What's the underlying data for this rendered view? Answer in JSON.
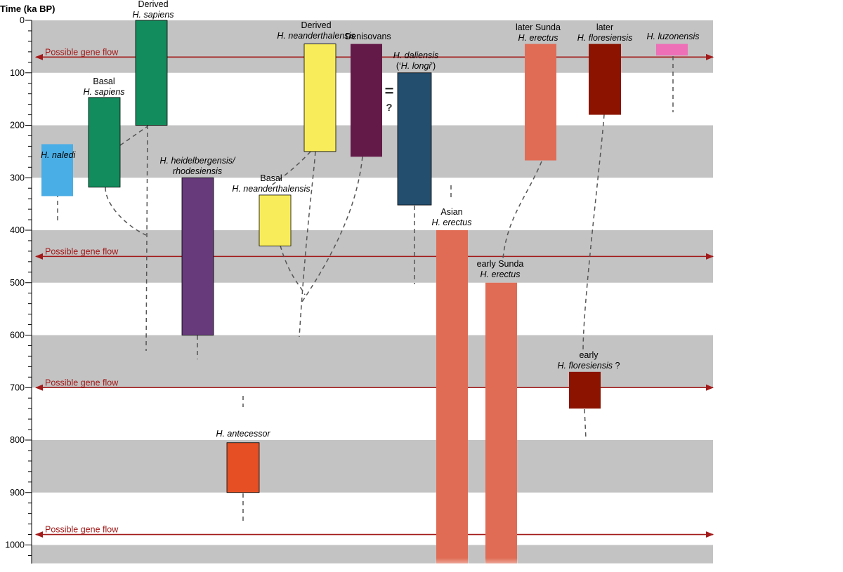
{
  "chart_data": {
    "type": "range-bar",
    "ylabel": "Time (ka BP)",
    "ylim": [
      0,
      1035
    ],
    "y_major_ticks": [
      0,
      100,
      200,
      300,
      400,
      500,
      600,
      700,
      800,
      900,
      1000
    ],
    "y_minor_step": 20,
    "y_inverted": true,
    "grid": false,
    "grey_bands": [
      [
        0,
        100
      ],
      [
        200,
        300
      ],
      [
        400,
        500
      ],
      [
        600,
        700
      ],
      [
        800,
        900
      ],
      [
        1000,
        1035
      ]
    ],
    "gene_flow_label": "Possible gene flow",
    "gene_flow_times": [
      70,
      450,
      700,
      980
    ],
    "uncertainty_mark": "=\n?",
    "colors": {
      "naledi": "#4aaee6",
      "sapiens": "#128c5c",
      "heidelbergensis": "#673a7c",
      "neanderthalensis": "#f8ec5a",
      "denisovans": "#641a48",
      "daliensis": "#234e6e",
      "erectus": "#e06c55",
      "floresiensis": "#8b1300",
      "luzonensis": "#ee70b7",
      "antecessor": "#e64f23",
      "band": "#c3c3c3",
      "arrow": "#a31a1a"
    },
    "taxa": [
      {
        "label": "H. naledi",
        "start": 236,
        "end": 335,
        "color": "#4aaee6"
      },
      {
        "label": "Basal\nH. sapiens",
        "start": 147,
        "end": 318,
        "color": "#128c5c"
      },
      {
        "label": "Derived\nH. sapiens",
        "start": 0,
        "end": 200,
        "color": "#128c5c"
      },
      {
        "label": "H. heidelbergensis/\nrhodesiensis",
        "start": 300,
        "end": 600,
        "color": "#673a7c"
      },
      {
        "label": "Basal\nH. neanderthalensis",
        "start": 333,
        "end": 430,
        "color": "#f8ec5a"
      },
      {
        "label": "Derived\nH. neanderthalensis",
        "start": 45,
        "end": 250,
        "color": "#f8ec5a"
      },
      {
        "label": "Denisovans",
        "start": 45,
        "end": 260,
        "color": "#641a48"
      },
      {
        "label": "H. daliensis\n(‘H. longi’)",
        "start": 100,
        "end": 352,
        "color": "#234e6e"
      },
      {
        "label": "Asian\nH. erectus",
        "start": 400,
        "end": 1035,
        "color": "#e06c55"
      },
      {
        "label": "early Sunda\nH. erectus",
        "start": 500,
        "end": 1035,
        "color": "#e06c55"
      },
      {
        "label": "later Sunda\nH. erectus",
        "start": 45,
        "end": 267,
        "color": "#e06c55"
      },
      {
        "label": "later\nH. floresiensis",
        "start": 45,
        "end": 180,
        "color": "#8b1300"
      },
      {
        "label": "H. luzonensis",
        "start": 45,
        "end": 67,
        "color": "#ee70b7"
      },
      {
        "label": "early\nH. floresiensis ?",
        "start": 670,
        "end": 740,
        "color": "#8b1300"
      },
      {
        "label": "H. antecessor",
        "start": 805,
        "end": 900,
        "color": "#e64f23"
      }
    ]
  }
}
